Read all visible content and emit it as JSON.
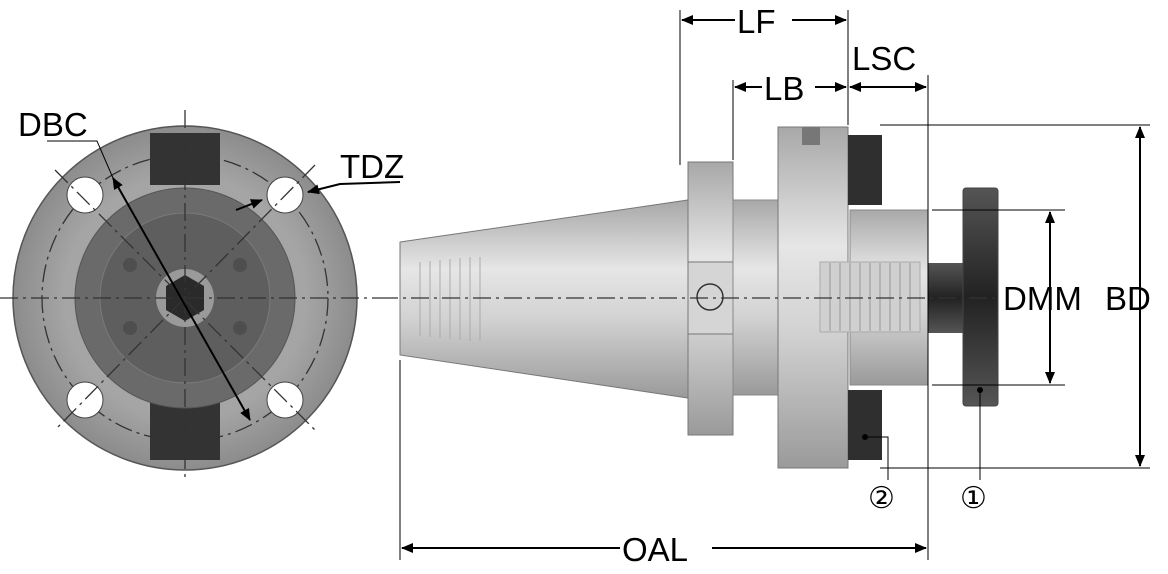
{
  "labels": {
    "dbc": "DBC",
    "tdz": "TDZ",
    "lf": "LF",
    "lb": "LB",
    "lsc": "LSC",
    "dmm": "DMM",
    "bd": "BD",
    "oal": "OAL",
    "item1": "①",
    "item2": "②"
  },
  "colors": {
    "body": "#c9c9c9",
    "dark": "#2e2e2e",
    "line": "#000000"
  }
}
